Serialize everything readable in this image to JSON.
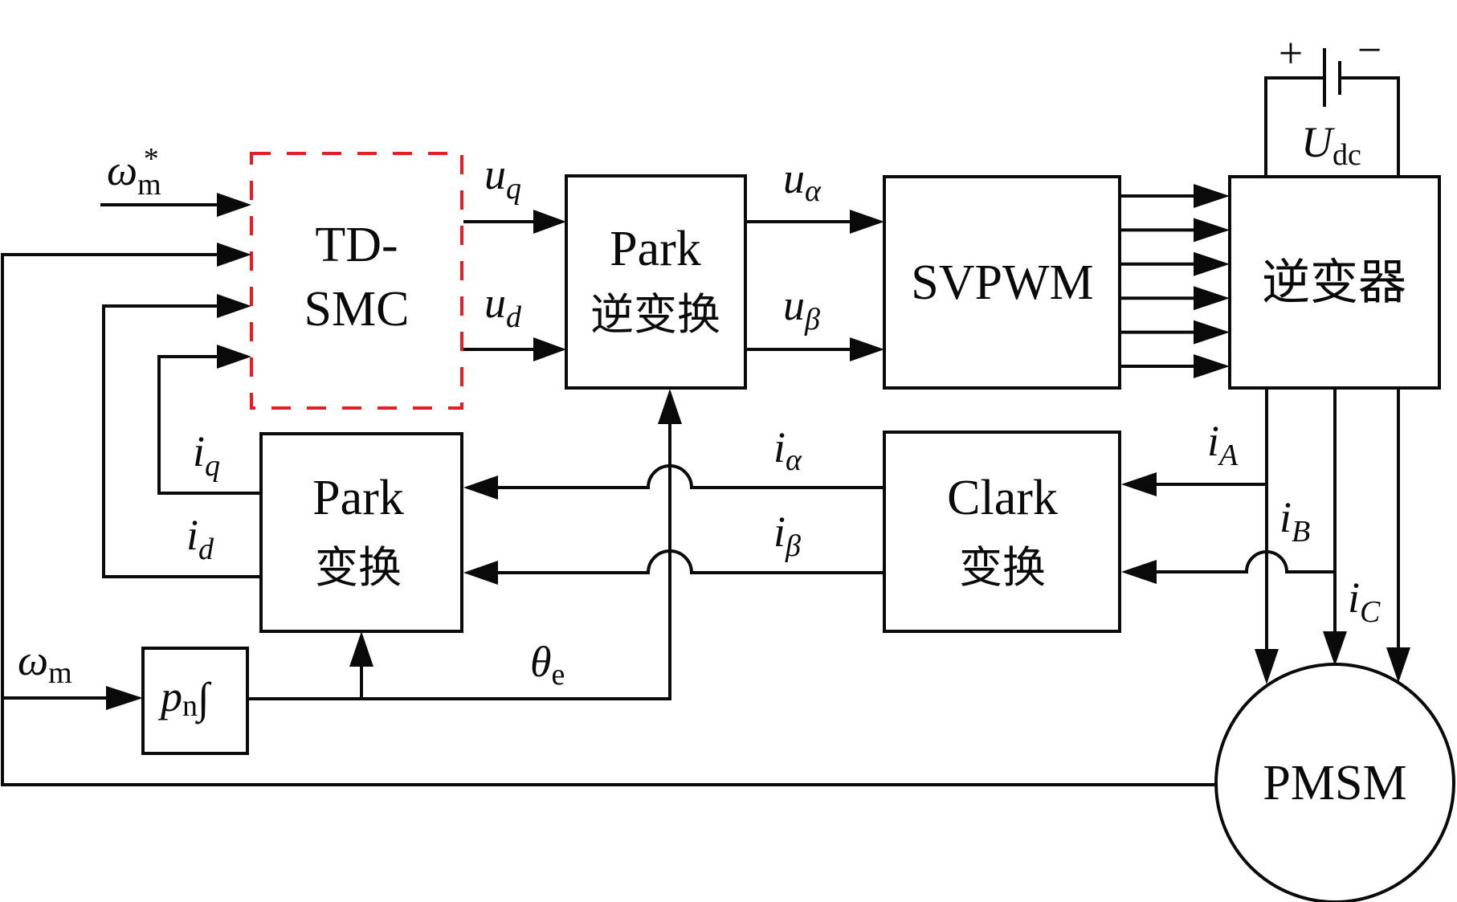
{
  "blocks": {
    "td_smc": {
      "line1": "TD-",
      "line2": "SMC",
      "border_color": "#e31e24"
    },
    "park_inverse": {
      "line1": "Park",
      "line2": "逆变换"
    },
    "svpwm": {
      "label": "SVPWM"
    },
    "inverter": {
      "label": "逆变器"
    },
    "park": {
      "line1": "Park",
      "line2": "变换"
    },
    "clark": {
      "line1": "Clark",
      "line2": "变换"
    },
    "integrator": {
      "symbol": "p",
      "sub": "n",
      "op": "∫"
    },
    "motor": {
      "label": "PMSM"
    }
  },
  "signals": {
    "omega_ref": {
      "sym": "ω",
      "sub": "m",
      "sup": "*"
    },
    "omega": {
      "sym": "ω",
      "sub": "m"
    },
    "uq": {
      "sym": "u",
      "sub": "q"
    },
    "ud": {
      "sym": "u",
      "sub": "d"
    },
    "ualpha": {
      "sym": "u",
      "sub": "α"
    },
    "ubeta": {
      "sym": "u",
      "sub": "β"
    },
    "iq": {
      "sym": "i",
      "sub": "q"
    },
    "id": {
      "sym": "i",
      "sub": "d"
    },
    "ialpha": {
      "sym": "i",
      "sub": "α"
    },
    "ibeta": {
      "sym": "i",
      "sub": "β"
    },
    "iA": {
      "sym": "i",
      "sub": "A"
    },
    "iB": {
      "sym": "i",
      "sub": "B"
    },
    "iC": {
      "sym": "i",
      "sub": "C"
    },
    "theta": {
      "sym": "θ",
      "sub": "e"
    },
    "udc": {
      "sym": "U",
      "sub": "dc"
    }
  },
  "battery": {
    "plus": "+",
    "minus": "−"
  },
  "pwm_channel_count": 6
}
